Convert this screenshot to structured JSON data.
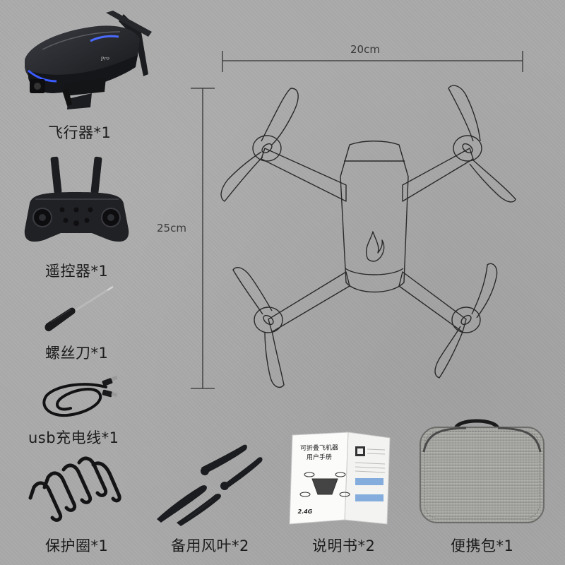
{
  "dimensions": {
    "width_label": "20cm",
    "height_label": "25cm"
  },
  "items": [
    {
      "label": "飞行器*1"
    },
    {
      "label": "遥控器*1"
    },
    {
      "label": "螺丝刀*1"
    },
    {
      "label": "usb充电线*1"
    },
    {
      "label": "保护圈*1"
    },
    {
      "label": "备用风叶*2"
    },
    {
      "label": "说明书*2"
    },
    {
      "label": "便携包*1"
    }
  ],
  "manual": {
    "title_line1": "可折叠飞机器",
    "title_line2": "用户手册",
    "brand": "2.4G"
  },
  "colors": {
    "background": "#a9a9a9",
    "product_dark": "#1e1f22",
    "accent_blue": "#3b5bff",
    "case_gray": "#9a9a96"
  }
}
